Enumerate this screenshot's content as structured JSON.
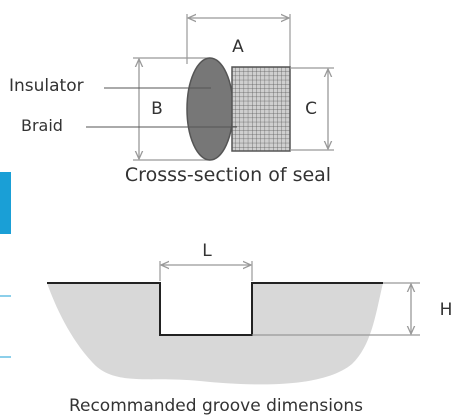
{
  "seal_section": {
    "labels": {
      "a": "A",
      "b": "B",
      "c": "C",
      "insulator": "Insulator",
      "braid": "Braid"
    },
    "caption": "Crosss-section of seal"
  },
  "groove_section": {
    "labels": {
      "l": "L",
      "h": "H"
    },
    "caption": "Recommanded groove dimensions"
  },
  "colors": {
    "insulator_fill": "#777777",
    "braid_fill": "#cfcfcf",
    "braid_grid": "#555555",
    "dimension_line": "#999999",
    "leader_line": "#555555",
    "ground_fill": "#d8d8d8",
    "accent_tab": "#1a9fd6"
  }
}
